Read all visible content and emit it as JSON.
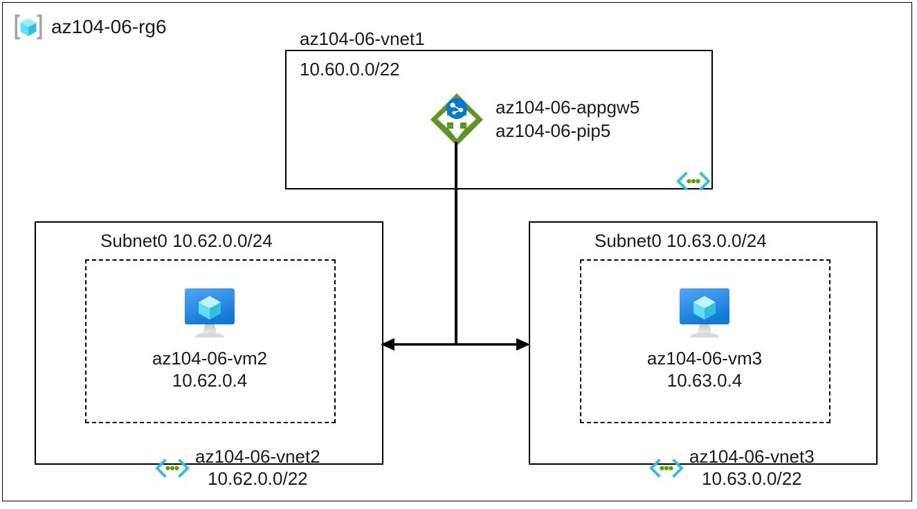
{
  "resource_group": {
    "name": "az104-06-rg6",
    "icon": "resource-group-cube-icon"
  },
  "vnet1": {
    "title": "az104-06-vnet1",
    "cidr": "10.60.0.0/22",
    "peering_icon": "vnet-peering-icon",
    "gateway": {
      "icon": "application-gateway-icon",
      "name": "az104-06-appgw5",
      "public_ip": "az104-06-pip5"
    }
  },
  "vnet2": {
    "subnet_label": "Subnet0 10.62.0.0/24",
    "vnet_name": "az104-06-vnet2",
    "cidr": "10.62.0.0/22",
    "peering_icon": "vnet-peering-icon",
    "vm": {
      "icon": "virtual-machine-icon",
      "name": "az104-06-vm2",
      "ip": "10.62.0.4"
    }
  },
  "vnet3": {
    "subnet_label": "Subnet0 10.63.0.0/24",
    "vnet_name": "az104-06-vnet3",
    "cidr": "10.63.0.0/22",
    "peering_icon": "vnet-peering-icon",
    "vm": {
      "icon": "virtual-machine-icon",
      "name": "az104-06-vm3",
      "ip": "10.63.0.4"
    }
  },
  "connectors": {
    "gateway_to_peering": "vertical-line",
    "vnet2_to_vnet3": "bidirectional-arrow"
  },
  "colors": {
    "azure_blue": "#0078d4",
    "cube_cyan": "#50e6ff",
    "gateway_green": "#5e9624",
    "peering_cyan": "#32bedd",
    "peering_green": "#57a300",
    "outline": "#000000",
    "text": "#1a1a1a"
  }
}
